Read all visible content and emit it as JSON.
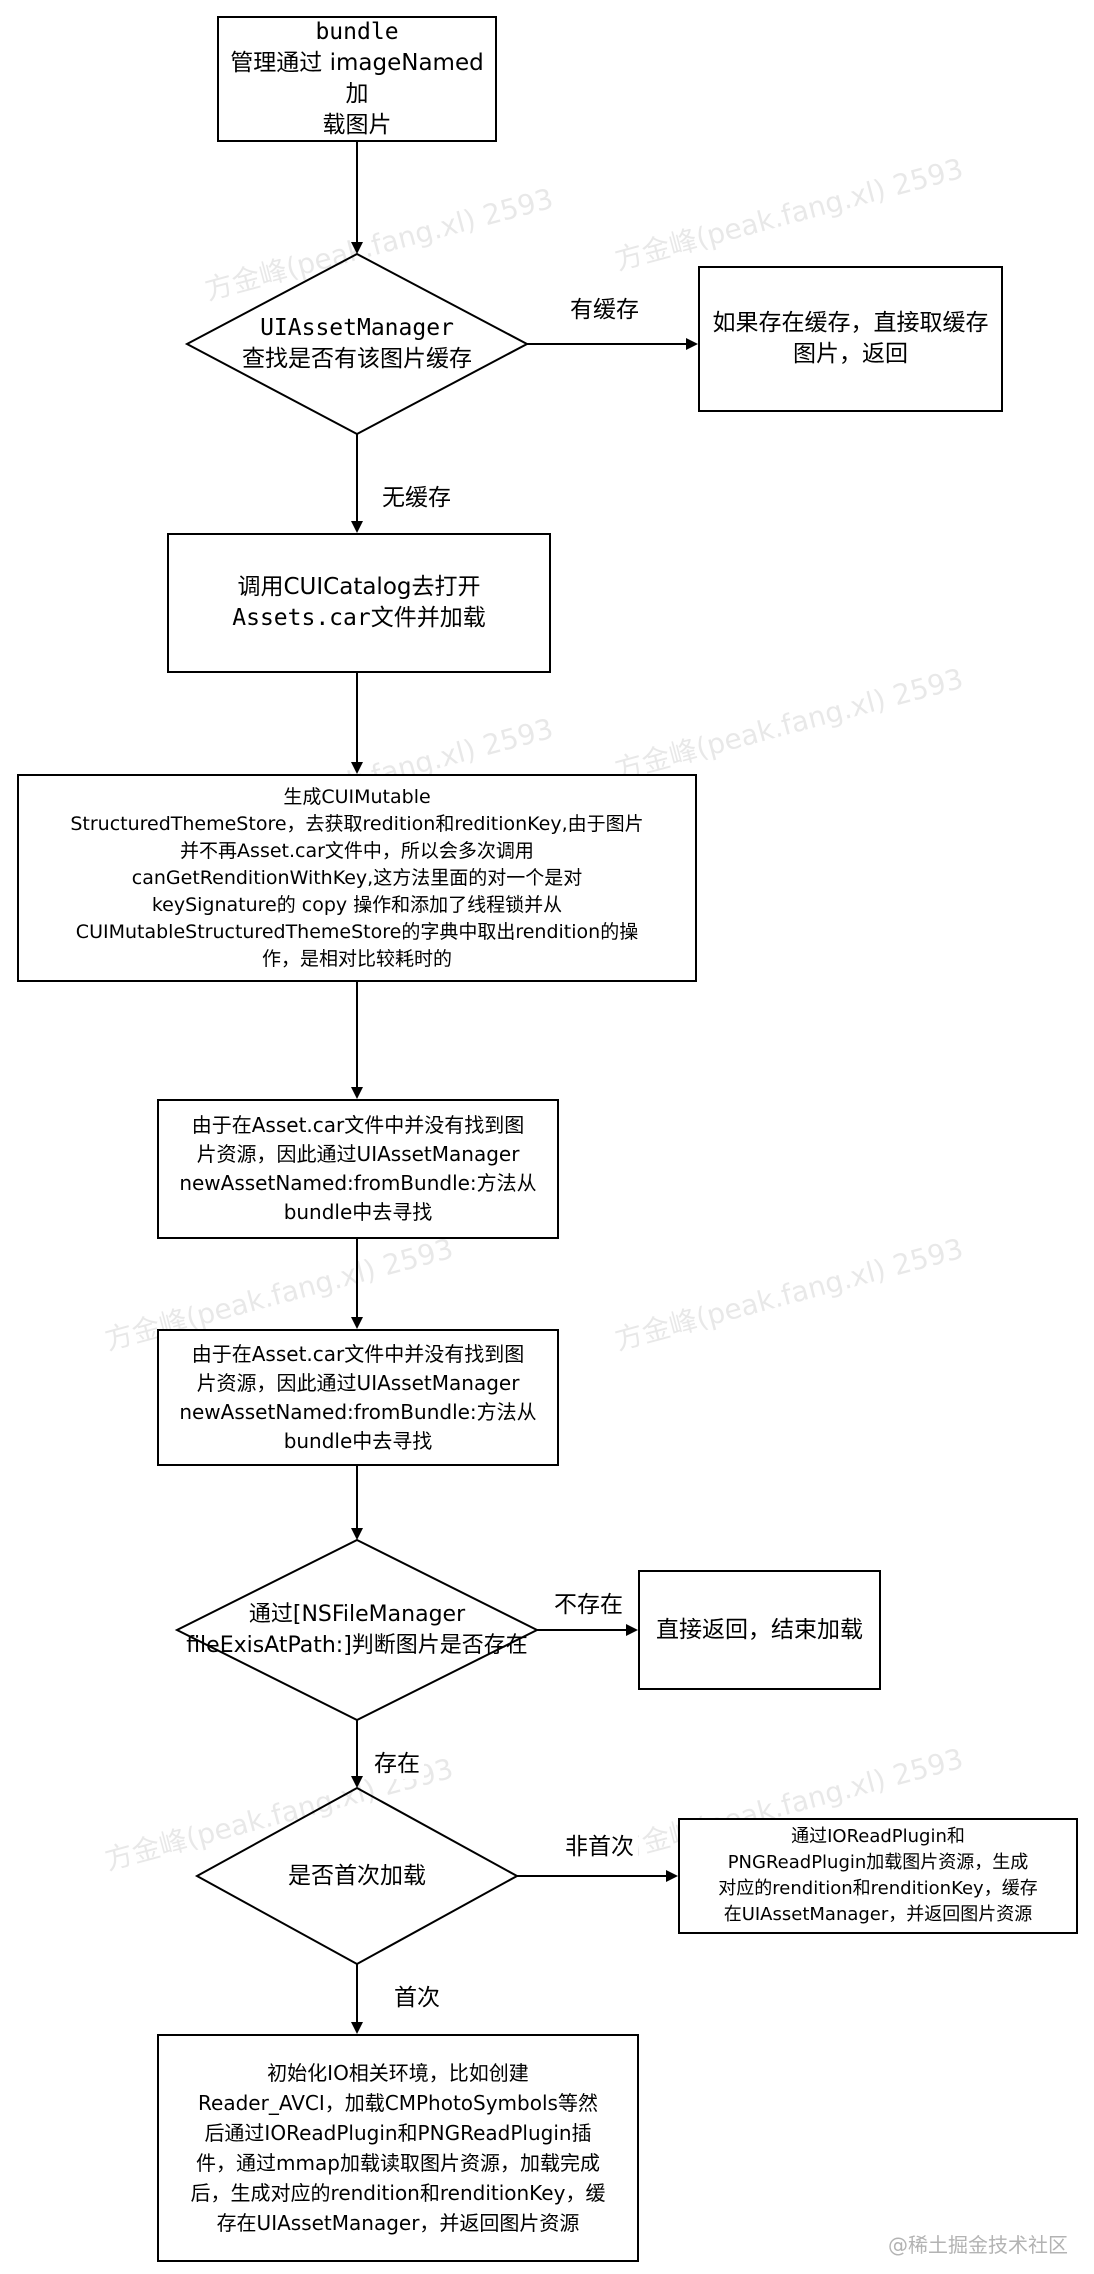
{
  "nodes": {
    "bundle": {
      "lines": [
        "bundle",
        "管理通过 imageNamed加",
        "载图片"
      ]
    },
    "asset_manager_check": {
      "lines": [
        "UIAssetManager",
        "查找是否有该图片缓存"
      ]
    },
    "cache_return": {
      "lines": [
        "如果存在缓存，直接取缓存",
        "图片，返回"
      ]
    },
    "open_catalog": {
      "lines": [
        "调用CUICatalog去打开",
        "Assets.car文件并加载"
      ]
    },
    "theme_store": {
      "lines": [
        "生成CUIMutable",
        "StructuredThemeStore，去获取redition和reditionKey,由于图片",
        "并不再Asset.car文件中，所以会多次调用",
        "canGetRenditionWithKey,这方法里面的对一个是对",
        "keySignature的 copy 操作和添加了线程锁并从",
        "CUIMutableStructuredThemeStore的字典中取出rendition的操",
        "作，是相对比较耗时的"
      ]
    },
    "bundle_lookup_1": {
      "lines": [
        "由于在Asset.car文件中并没有找到图",
        "片资源，因此通过UIAssetManager",
        "newAssetNamed:fromBundle:方法从",
        "bundle中去寻找"
      ]
    },
    "bundle_lookup_2": {
      "lines": [
        "由于在Asset.car文件中并没有找到图",
        "片资源，因此通过UIAssetManager",
        "newAssetNamed:fromBundle:方法从",
        "bundle中去寻找"
      ]
    },
    "file_exists_check": {
      "lines": [
        "通过[NSFileManager",
        "fileExisAtPath:]判断图片是否存在"
      ]
    },
    "return_end": {
      "lines": [
        "直接返回，结束加载"
      ]
    },
    "first_load_check": {
      "lines": [
        "是否首次加载"
      ]
    },
    "read_plugin_return": {
      "lines": [
        "通过IOReadPlugin和",
        "PNGReadPlugin加载图片资源，生成",
        "对应的rendition和renditionKey，缓存",
        "在UIAssetManager，并返回图片资源"
      ]
    },
    "init_io": {
      "lines": [
        "初始化IO相关环境，比如创建",
        "Reader_AVCI，加载CMPhotoSymbols等然",
        "后通过IOReadPlugin和PNGReadPlugin插",
        "件，通过mmap加载读取图片资源，加载完成",
        "后，生成对应的rendition和renditionKey，缓",
        "存在UIAssetManager，并返回图片资源"
      ]
    }
  },
  "edges": {
    "has_cache": "有缓存",
    "no_cache": "无缓存",
    "not_exist": "不存在",
    "exist": "存在",
    "not_first": "非首次",
    "first": "首次"
  },
  "watermark": "方金峰(peak.fang.xl) 2593",
  "credit": "@稀土掘金技术社区"
}
